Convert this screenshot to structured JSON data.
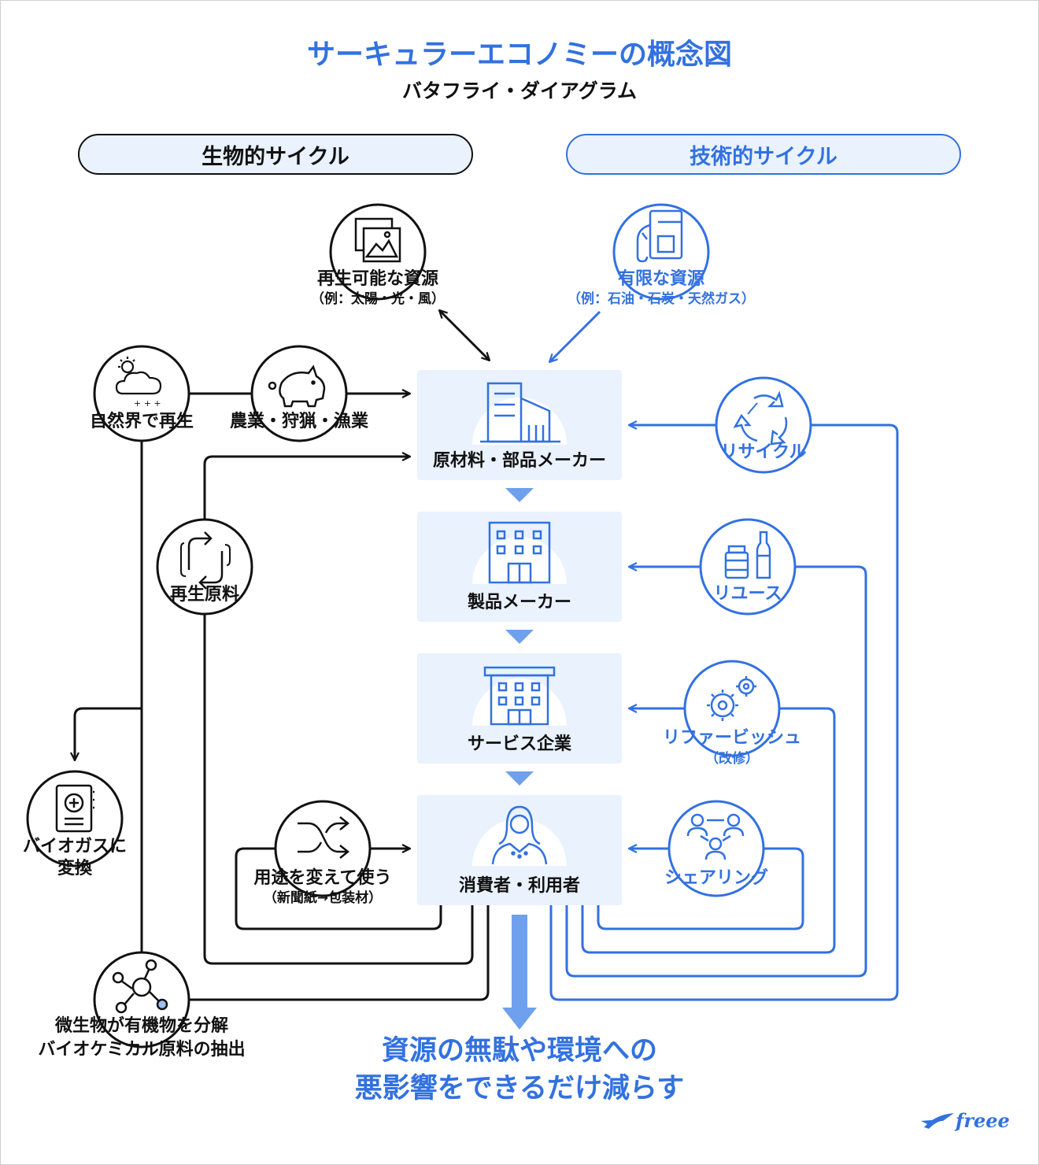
{
  "header": {
    "title": "サーキュラーエコノミーの概念図",
    "subtitle": "バタフライ・ダイアグラム"
  },
  "cycles": {
    "biological": "生物的サイクル",
    "technical": "技術的サイクル"
  },
  "top_sources": {
    "renewable": {
      "label": "再生可能な資源",
      "note": "（例：太陽・光・風）"
    },
    "finite": {
      "label": "有限な資源",
      "note": "（例：石油・石炭・天然ガス）"
    }
  },
  "chain": {
    "materials": "原材料・部品メーカー",
    "product": "製品メーカー",
    "service": "サービス企業",
    "consumer": "消費者・利用者"
  },
  "biological_loop": {
    "nature": "自然界で再生",
    "farming": "農業・狩猟・漁業",
    "recycled_material": "再生原料",
    "biogas_line1": "バイオガスに",
    "biogas_line2": "変換",
    "reuse_other": "用途を変えて使う",
    "reuse_other_note": "（新聞紙→包装材）",
    "micro_line1": "微生物が有機物を分解",
    "micro_line2": "バイオケミカル原料の抽出"
  },
  "technical_loop": {
    "recycle": "リサイクル",
    "reuse": "リユース",
    "refurbish": "リファービッシュ",
    "refurbish_note": "（改修）",
    "sharing": "シェアリング"
  },
  "bottom": {
    "line1": "資源の無駄や環境への",
    "line2": "悪影響をできるだけ減らす"
  },
  "logo": {
    "text": "freee"
  },
  "colors": {
    "blue": "#3271e0",
    "light_blue": "#e9f2fd",
    "arrow_blue": "#6fa0ee",
    "black": "#111111"
  }
}
